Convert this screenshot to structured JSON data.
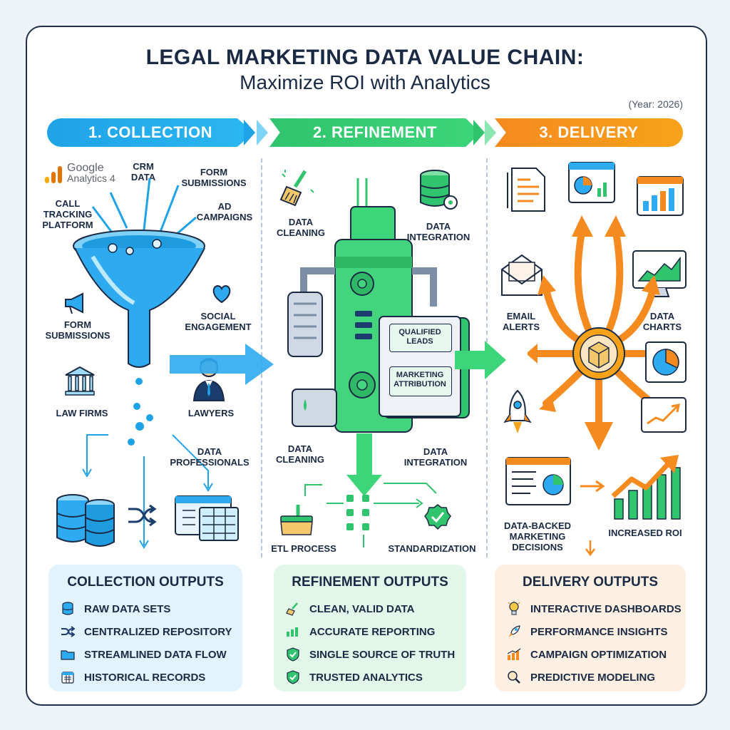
{
  "header": {
    "title": "LEGAL MARKETING DATA VALUE CHAIN:",
    "subtitle": "Maximize ROI with Analytics",
    "year": "(Year: 2026)"
  },
  "stages": {
    "collection": "1. COLLECTION",
    "refinement": "2. REFINEMENT",
    "delivery": "3. DELIVERY"
  },
  "collection": {
    "ga_name": "Google",
    "ga_sub": "Analytics 4",
    "crm": "CRM DATA",
    "form_top": "FORM SUBMISSIONS",
    "call": "CALL TRACKING PLATFORM",
    "ad": "AD CAMPAIGNS",
    "form_left": "FORM SUBMISSIONS",
    "social": "SOCIAL ENGAGEMENT",
    "law_firms": "LAW FIRMS",
    "lawyers": "LAWYERS",
    "data_pros": "DATA PROFESSIONALS"
  },
  "refinement": {
    "cleaning_top": "DATA CLEANING",
    "integration_top": "DATA INTEGRATION",
    "qualified": "QUALIFIED LEADS",
    "attribution": "MARKETING ATTRIBUTION",
    "cleaning_bottom": "DATA CLEANING",
    "integration_bottom": "DATA INTEGRATION",
    "etl": "ETL PROCESS",
    "standardization": "STANDARDIZATION"
  },
  "delivery": {
    "email": "EMAIL ALERTS",
    "charts": "DATA CHARTS",
    "decisions": "DATA-BACKED MARKETING DECISIONS",
    "roi": "INCREASED ROI"
  },
  "outputs": {
    "collection": {
      "title": "COLLECTION OUTPUTS",
      "items": [
        {
          "label": "RAW DATA SETS",
          "icon": "database-icon"
        },
        {
          "label": "CENTRALIZED REPOSITORY",
          "icon": "shuffle-icon"
        },
        {
          "label": "STREAMLINED DATA FLOW",
          "icon": "folder-icon"
        },
        {
          "label": "HISTORICAL RECORDS",
          "icon": "calendar-icon"
        }
      ]
    },
    "refinement": {
      "title": "REFINEMENT OUTPUTS",
      "items": [
        {
          "label": "CLEAN, VALID DATA",
          "icon": "broom-icon"
        },
        {
          "label": "ACCURATE REPORTING",
          "icon": "report-icon"
        },
        {
          "label": "SINGLE SOURCE OF TRUTH",
          "icon": "check-shield-icon"
        },
        {
          "label": "TRUSTED ANALYTICS",
          "icon": "check-shield-icon"
        }
      ]
    },
    "delivery": {
      "title": "DELIVERY OUTPUTS",
      "items": [
        {
          "label": "INTERACTIVE DASHBOARDS",
          "icon": "lightbulb-icon"
        },
        {
          "label": "PERFORMANCE INSIGHTS",
          "icon": "rocket-icon"
        },
        {
          "label": "CAMPAIGN OPTIMIZATION",
          "icon": "bar-chart-icon"
        },
        {
          "label": "PREDICTIVE MODELING",
          "icon": "magnifier-icon"
        }
      ]
    }
  },
  "colors": {
    "collection": "#1fa3e8",
    "refinement": "#2fc46d",
    "delivery": "#f58a1f",
    "ink": "#1b2a44"
  }
}
